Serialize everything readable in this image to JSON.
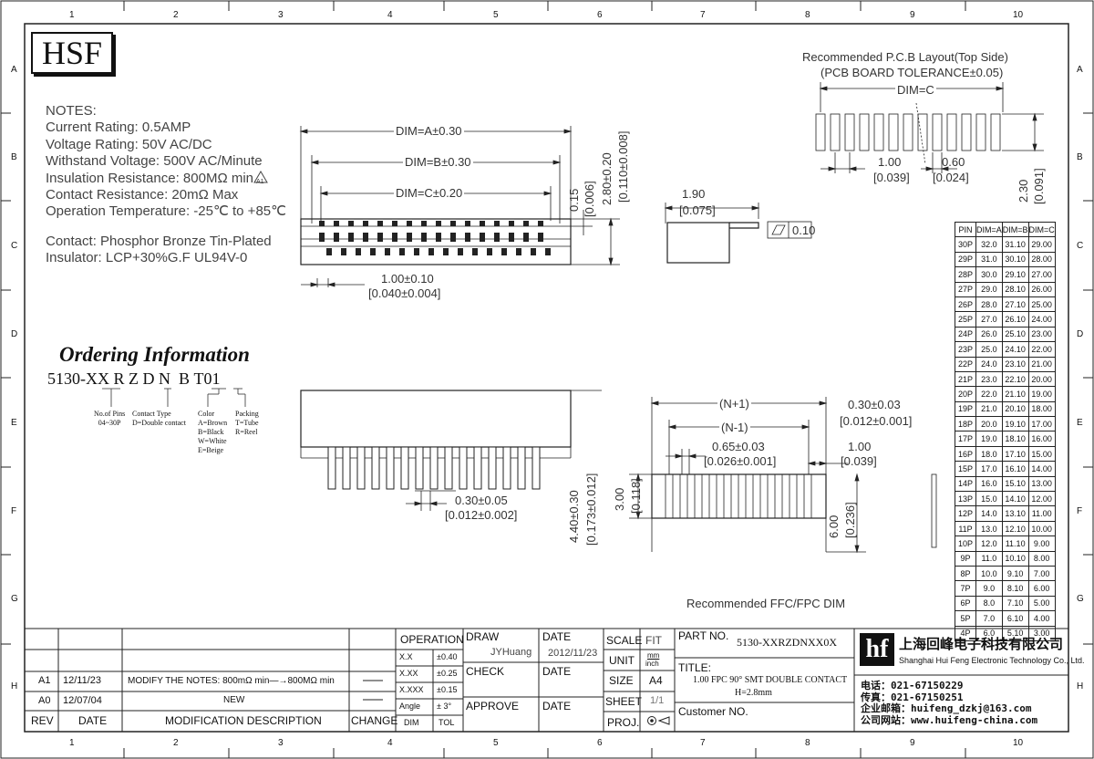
{
  "border": {
    "cols": [
      "1",
      "2",
      "3",
      "4",
      "5",
      "6",
      "7",
      "8",
      "9",
      "10"
    ],
    "rows": [
      "A",
      "B",
      "C",
      "D",
      "E",
      "F",
      "G",
      "H"
    ]
  },
  "logo": "HSF",
  "notes": {
    "title": "NOTES:",
    "lines": [
      "Current Rating: 0.5AMP",
      "Voltage Rating: 50V AC/DC",
      "Withstand Voltage: 500V AC/Minute",
      "Insulation Resistance: 800MΩ min",
      "Contact Resistance: 20mΩ Max",
      "Operation Temperature: -25℃ to +85℃"
    ],
    "material": [
      "Contact: Phosphor Bronze Tin-Plated",
      "Insulator: LCP+30%G.F UL94V-0"
    ],
    "rev_flag": "A1"
  },
  "ordering": {
    "title": "Ordering Information",
    "code": [
      "5130-",
      "XX",
      "R",
      "Z",
      "D",
      "N",
      "B",
      "T",
      "01"
    ],
    "legend": {
      "pins": [
        "No.of Pins",
        "04~30P"
      ],
      "contact": [
        "Contact Type",
        "D=Double contact"
      ],
      "color": [
        "Color",
        "A=Brown",
        "B=Black",
        "W=White",
        "E=Beige"
      ],
      "packing": [
        "Packing",
        "T=Tube",
        "R=Reel"
      ]
    }
  },
  "top_view": {
    "dim_a": "DIM=A±0.30",
    "dim_b": "DIM=B±0.30",
    "dim_c": "DIM=C±0.20",
    "pitch": "1.00±0.10",
    "pitch_in": "[0.040±0.004]",
    "h1": "0.15",
    "h1_in": "[0.006]",
    "h2": "2.80±0.20",
    "h2_in": "[0.110±0.008]"
  },
  "side_view": {
    "w": "1.90",
    "w_in": "[0.075]",
    "flatness": "0.10"
  },
  "front_view": {
    "lead": "0.30±0.05",
    "lead_in": "[0.012±0.002]",
    "h": "4.40±0.30",
    "h_in": "[0.173±0.012]"
  },
  "pcb": {
    "title1": "Recommended P.C.B Layout(Top Side)",
    "title2": "(PCB BOARD TOLERANCE±0.05)",
    "dim_c": "DIM=C",
    "pitch": "1.00",
    "pitch_in": "[0.039]",
    "pad_w": "0.60",
    "pad_w_in": "[0.024]",
    "pad_h": "2.30",
    "pad_h_in": "[0.091]"
  },
  "ffc": {
    "n1": "(N+1)",
    "n_1": "(N-1)",
    "t": "0.30±0.03",
    "t_in": "[0.012±0.001]",
    "pitch": "0.65±0.03",
    "pitch_in": "[0.026±0.001]",
    "edge": "1.00",
    "edge_in": "[0.039]",
    "stiff": "3.00",
    "stiff_in": "[0.118]",
    "len": "6.00",
    "len_in": "[0.236]",
    "caption": "Recommended FFC/FPC DIM"
  },
  "pin_table": {
    "header": [
      "PIN",
      "DIM=A",
      "DIM=B",
      "DIM=C"
    ],
    "rows": [
      [
        "30P",
        "32.0",
        "31.10",
        "29.00"
      ],
      [
        "29P",
        "31.0",
        "30.10",
        "28.00"
      ],
      [
        "28P",
        "30.0",
        "29.10",
        "27.00"
      ],
      [
        "27P",
        "29.0",
        "28.10",
        "26.00"
      ],
      [
        "26P",
        "28.0",
        "27.10",
        "25.00"
      ],
      [
        "25P",
        "27.0",
        "26.10",
        "24.00"
      ],
      [
        "24P",
        "26.0",
        "25.10",
        "23.00"
      ],
      [
        "23P",
        "25.0",
        "24.10",
        "22.00"
      ],
      [
        "22P",
        "24.0",
        "23.10",
        "21.00"
      ],
      [
        "21P",
        "23.0",
        "22.10",
        "20.00"
      ],
      [
        "20P",
        "22.0",
        "21.10",
        "19.00"
      ],
      [
        "19P",
        "21.0",
        "20.10",
        "18.00"
      ],
      [
        "18P",
        "20.0",
        "19.10",
        "17.00"
      ],
      [
        "17P",
        "19.0",
        "18.10",
        "16.00"
      ],
      [
        "16P",
        "18.0",
        "17.10",
        "15.00"
      ],
      [
        "15P",
        "17.0",
        "16.10",
        "14.00"
      ],
      [
        "14P",
        "16.0",
        "15.10",
        "13.00"
      ],
      [
        "13P",
        "15.0",
        "14.10",
        "12.00"
      ],
      [
        "12P",
        "14.0",
        "13.10",
        "11.00"
      ],
      [
        "11P",
        "13.0",
        "12.10",
        "10.00"
      ],
      [
        "10P",
        "12.0",
        "11.10",
        "9.00"
      ],
      [
        "9P",
        "11.0",
        "10.10",
        "8.00"
      ],
      [
        "8P",
        "10.0",
        "9.10",
        "7.00"
      ],
      [
        "7P",
        "9.0",
        "8.10",
        "6.00"
      ],
      [
        "6P",
        "8.0",
        "7.10",
        "5.00"
      ],
      [
        "5P",
        "7.0",
        "6.10",
        "4.00"
      ],
      [
        "4P",
        "6.0",
        "5.10",
        "3.00"
      ]
    ]
  },
  "title_block": {
    "revisions": [
      {
        "rev": "A1",
        "date": "12/11/23",
        "desc": "MODIFY THE NOTES: 800mΩ min—→800MΩ min"
      },
      {
        "rev": "A0",
        "date": "12/07/04",
        "desc": "NEW"
      }
    ],
    "rev_header": {
      "rev": "REV",
      "date": "DATE",
      "desc": "MODIFICATION DESCRIPTION",
      "change": "CHANGE"
    },
    "operation": "OPERATION",
    "tolerances": [
      {
        "dim": "X.X",
        "tol": "±0.40"
      },
      {
        "dim": "X.XX",
        "tol": "±0.25"
      },
      {
        "dim": "X.XXX",
        "tol": "±0.15"
      },
      {
        "dim": "Angle",
        "tol": "± 3°"
      }
    ],
    "tol_header": {
      "dim": "DIM",
      "tol": "TOL"
    },
    "draw": "DRAW",
    "drawer": "JYHuang",
    "check": "CHECK",
    "approve": "APPROVE",
    "date_label": "DATE",
    "draw_date": "2012/11/23",
    "scale": "SCALE",
    "scale_val": "FIT",
    "unit": "UNIT",
    "unit_val_1": "mm",
    "unit_val_2": "inch",
    "size": "SIZE",
    "size_val": "A4",
    "sheet": "SHEET",
    "sheet_val": "1/1",
    "proj": "PROJ.",
    "part_no_label": "PART NO.",
    "part_no": "5130-XXRZDNXX0X",
    "title_label": "TITLE:",
    "title_1": "1.00 FPC 90° SMT DOUBLE CONTACT",
    "title_2": "H=2.8mm",
    "customer": "Customer NO.",
    "company_cn": "上海回峰电子科技有限公司",
    "company_en": "Shanghai Hui Feng Electronic Technology Co., Ltd.",
    "contact": [
      "电话：021-67150229",
      "传真：021-67150251",
      "企业邮箱：huifeng_dzkj@163.com",
      "公司网站：www.huifeng-china.com"
    ]
  }
}
